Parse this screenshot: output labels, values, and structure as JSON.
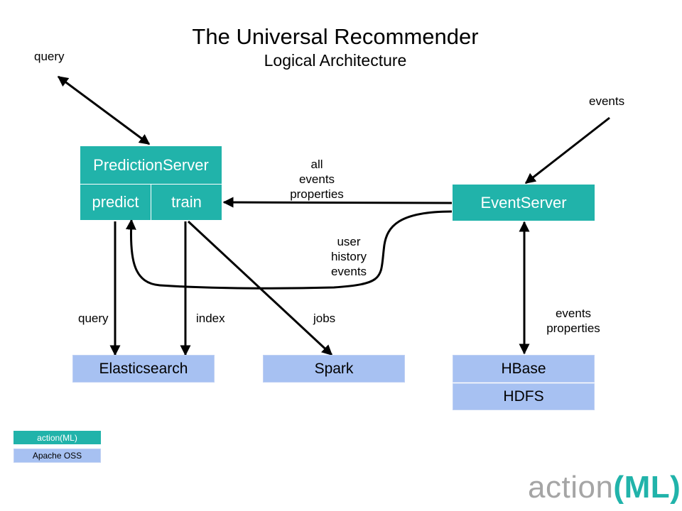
{
  "title": "The Universal Recommender",
  "subtitle": "Logical Architecture",
  "nodes": {
    "prediction_server": "PredictionServer",
    "predict": "predict",
    "train": "train",
    "event_server": "EventServer",
    "elasticsearch": "Elasticsearch",
    "spark": "Spark",
    "hbase": "HBase",
    "hdfs": "HDFS"
  },
  "edge_labels": {
    "query_external": "query",
    "events_external": "events",
    "all_events_properties": [
      "all",
      "events",
      "properties"
    ],
    "user_history_events": [
      "user",
      "history",
      "events"
    ],
    "query": "query",
    "index": "index",
    "jobs": "jobs",
    "events_properties": [
      "events",
      "properties"
    ]
  },
  "legend": {
    "actionml": "action(ML)",
    "apache": "Apache OSS"
  },
  "logo": {
    "prefix": "action",
    "suffix": "(ML)"
  },
  "colors": {
    "actionml_teal": "#21b3aa",
    "apache_blue": "#a7c1f2",
    "logo_gray": "#a5a5a5"
  }
}
